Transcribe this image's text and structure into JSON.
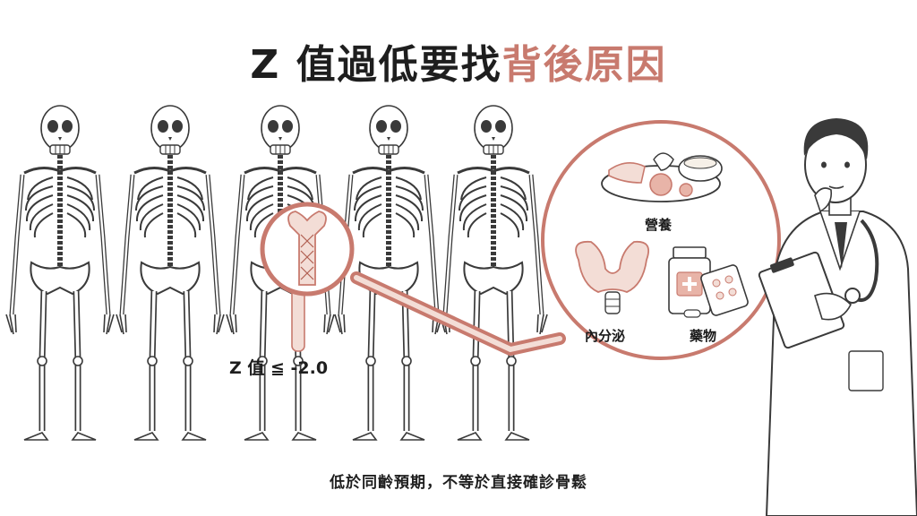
{
  "title": {
    "main": "Z 值過低要找",
    "accent": "背後原因"
  },
  "z_label": "Z 值 ≦ -2.0",
  "causes": {
    "nutrition": "營養",
    "endocrine": "內分泌",
    "medication": "藥物"
  },
  "caption": "低於同齡預期，不等於直接確診骨鬆",
  "colors": {
    "accent": "#c87a6e",
    "accent_fill": "#f3ddd6",
    "line": "#3a3a3a"
  },
  "icons": [
    "skeleton-icon",
    "magnifier-icon",
    "bone-icon",
    "food-plate-icon",
    "thyroid-icon",
    "pill-bottle-icon",
    "doctor-icon",
    "clipboard-icon",
    "stethoscope-icon"
  ]
}
